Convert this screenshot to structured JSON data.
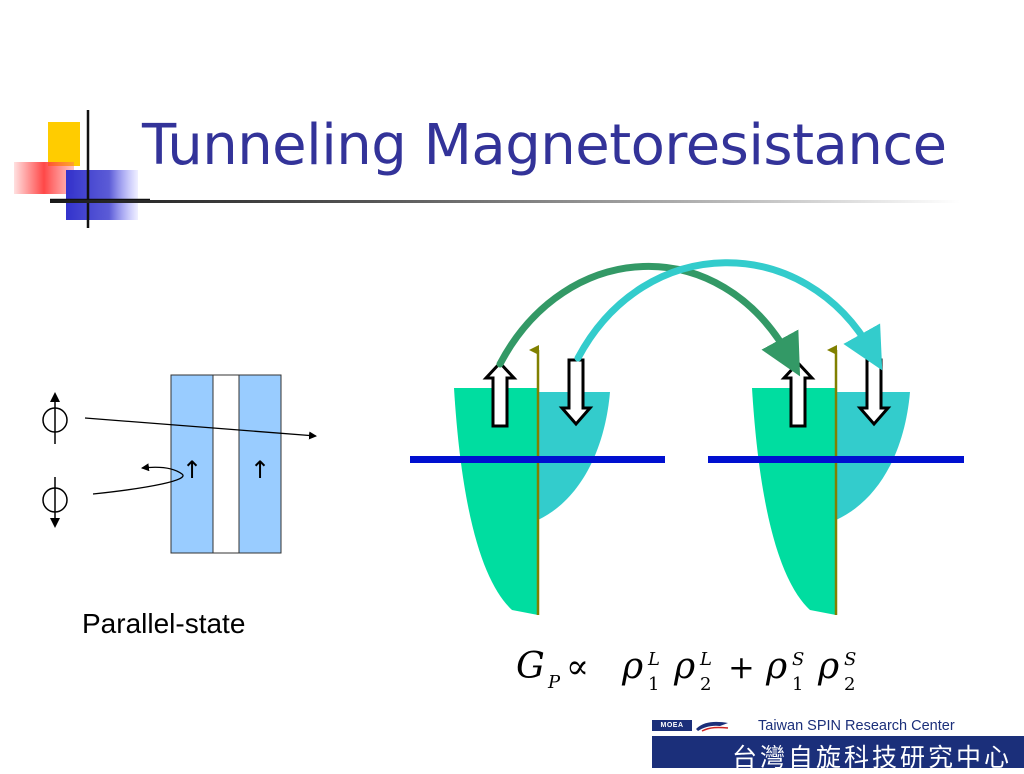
{
  "slide": {
    "title": "Tunneling Magnetoresistance"
  },
  "junction": {
    "layer_arrow_left": "↑",
    "layer_arrow_right": "↑",
    "state_label": "Parallel-state"
  },
  "formula": {
    "lhs": "G",
    "lhs_sub": "P",
    "relation": "∝",
    "rho": "ρ",
    "plus": "+",
    "term1_a_sup": "L",
    "term1_a_sub": "1",
    "term1_b_sup": "L",
    "term1_b_sub": "2",
    "term2_a_sup": "S",
    "term2_a_sub": "1",
    "term2_b_sup": "S",
    "term2_b_sub": "2"
  },
  "footer": {
    "org_badge": "MOEA",
    "org_en": "Taiwan SPIN Research Center",
    "org_zh": "台灣自旋科技研究中心"
  },
  "colors": {
    "title": "#333399",
    "electrode_fill": "#99ccff",
    "majority_band": "#00dda0",
    "minority_band": "#33cccc",
    "fermi_line": "#0010d0",
    "axis_line": "#808000",
    "majority_arc": "#339966",
    "minority_arc": "#33cccc",
    "footer_bar": "#1b2f7a"
  },
  "icons": {
    "spin_up_electron": "circle-with-up-arrow",
    "spin_down_electron": "circle-with-down-arrow",
    "majority_spin": "hollow-up-arrow",
    "minority_spin": "hollow-down-arrow"
  }
}
